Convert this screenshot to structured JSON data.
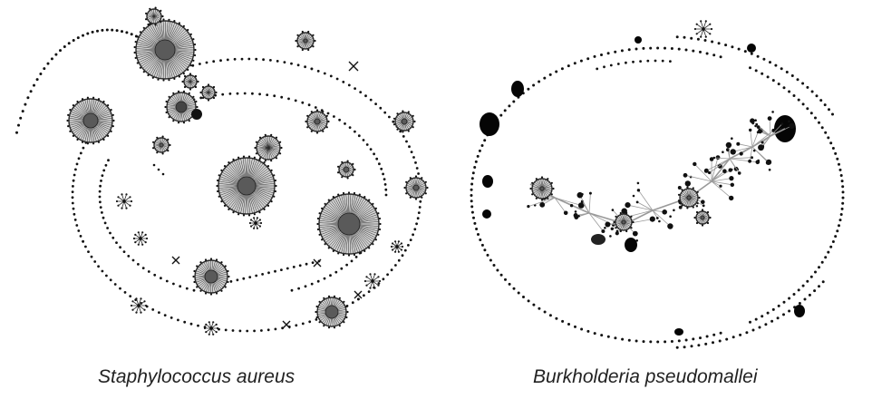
{
  "figure": {
    "panels": [
      {
        "id": "left",
        "caption": "Staphylococcus aureus"
      },
      {
        "id": "right",
        "caption": "Burkholderia pseudomallei"
      }
    ]
  },
  "colors": {
    "background": "#ffffff",
    "dot": "#111111",
    "hub_fill": "#5a5a5a",
    "cluster_fill": "#d4d4d4",
    "spoke": "#2a2a2a",
    "link": "#9a9a9a"
  }
}
